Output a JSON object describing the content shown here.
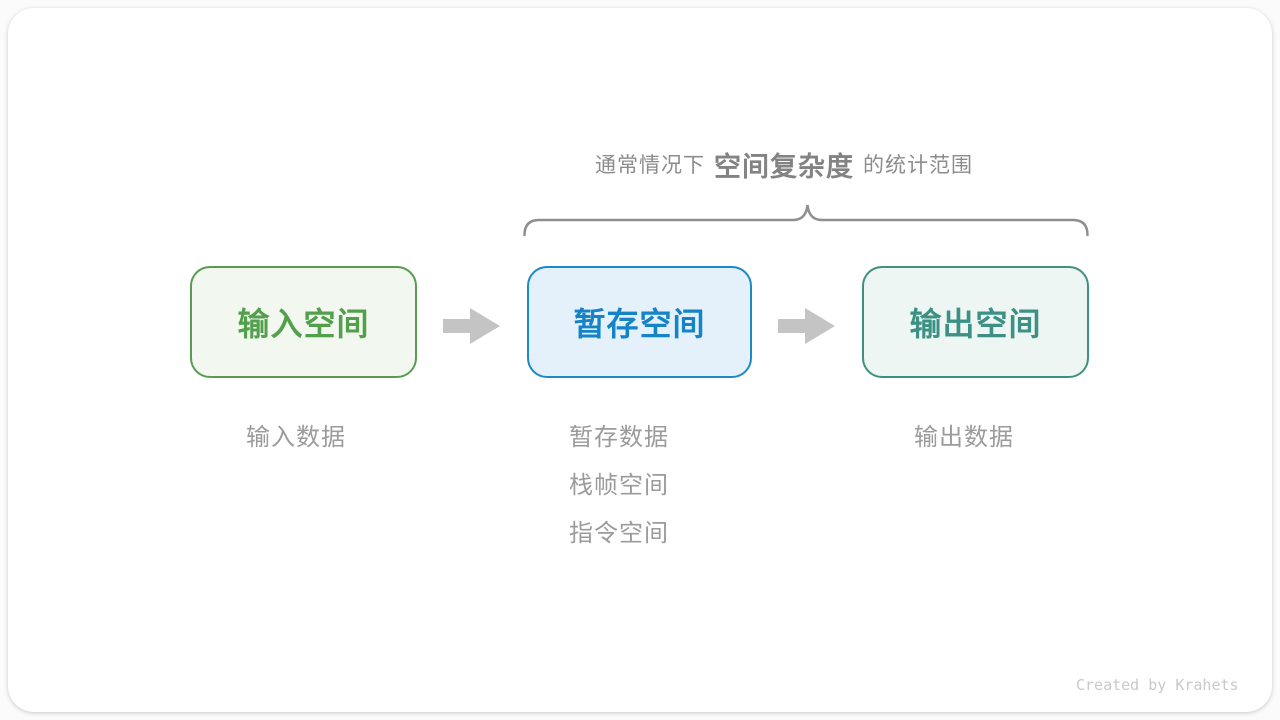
{
  "caption": {
    "prefix": "通常情况下",
    "highlight": "空间复杂度",
    "suffix": "的统计范围"
  },
  "boxes": [
    {
      "label": "输入空间",
      "border_color": "#5a9b52",
      "fill_color": "#f2f8ef",
      "label_color": "#53a04c",
      "notes": [
        "输入数据"
      ]
    },
    {
      "label": "暂存空间",
      "border_color": "#1e88c8",
      "fill_color": "#e4f1fb",
      "label_color": "#1583c8",
      "notes": [
        "暂存数据",
        "栈帧空间",
        "指令空间"
      ]
    },
    {
      "label": "输出空间",
      "border_color": "#3f917f",
      "fill_color": "#edf6f2",
      "label_color": "#3c9184",
      "notes": [
        "输出数据"
      ]
    }
  ],
  "colors": {
    "arrow": "#c4c4c4",
    "brace": "#8f8f8f",
    "caption": "#8c8c8c",
    "caption_bold": "#838383",
    "note": "#9b9b9b",
    "credit": "#c9c9c9"
  },
  "credit": "Created by Krahets"
}
